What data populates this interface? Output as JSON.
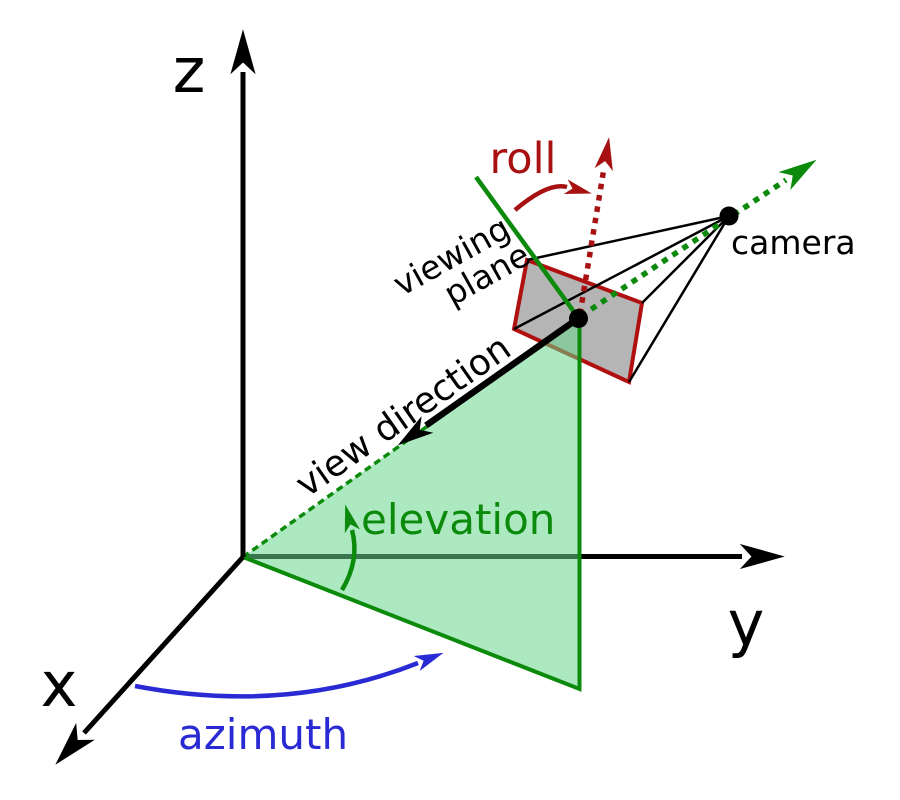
{
  "figure": {
    "axis_labels": {
      "x": "x",
      "y": "y",
      "z": "z"
    },
    "annotations": {
      "camera": "camera",
      "roll": "roll",
      "viewing_plane_line1": "viewing",
      "viewing_plane_line2": "plane",
      "view_direction": "view direction",
      "elevation": "elevation",
      "azimuth": "azimuth"
    }
  },
  "colors": {
    "bg": "#ffffff",
    "ink": "#000000",
    "green": "#0c8a0c",
    "green-fill": "#69d78c",
    "red": "#a81111",
    "plane-border": "#b01010",
    "plane-fill": "#b5b5b5",
    "blue": "#2a2ad4"
  }
}
